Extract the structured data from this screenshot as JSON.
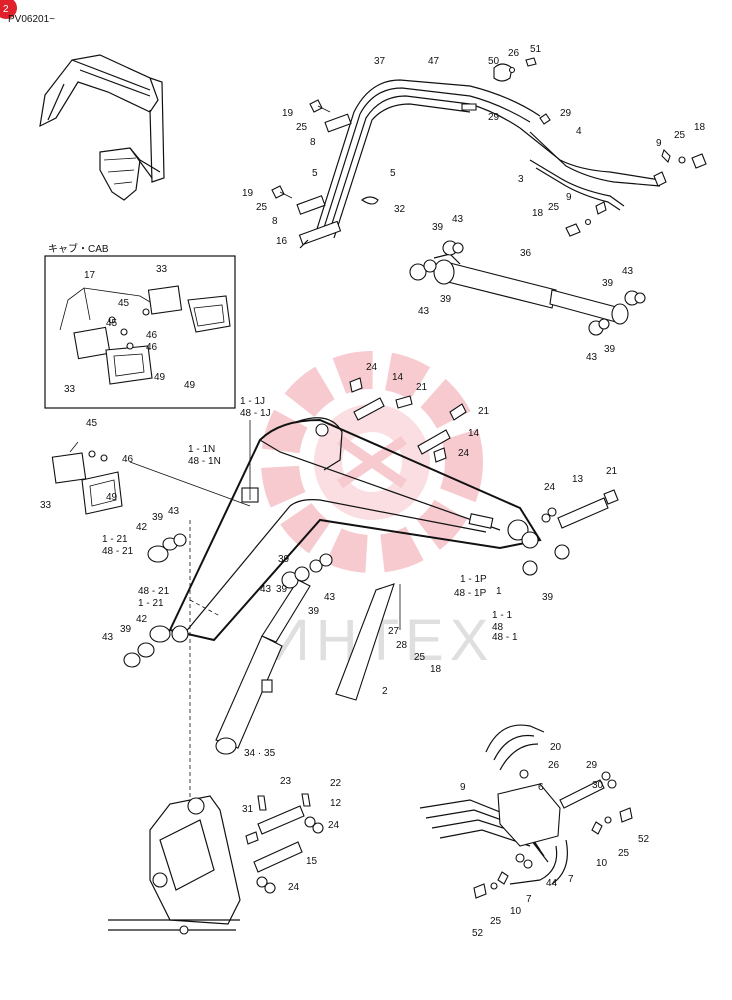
{
  "header": {
    "code": "PV06201~",
    "page_badge": "2"
  },
  "inset": {
    "title": "キャブ・CAB"
  },
  "watermark": {
    "text": "ИНТЕХ",
    "color": "#f0a0a8"
  },
  "callouts": [
    {
      "id": "c37",
      "text": "37"
    },
    {
      "id": "c47",
      "text": "47"
    },
    {
      "id": "c50",
      "text": "50"
    },
    {
      "id": "c26a",
      "text": "26"
    },
    {
      "id": "c51",
      "text": "51"
    },
    {
      "id": "c19a",
      "text": "19"
    },
    {
      "id": "c25a",
      "text": "25"
    },
    {
      "id": "c8a",
      "text": "8"
    },
    {
      "id": "c29a",
      "text": "29"
    },
    {
      "id": "c29b",
      "text": "29"
    },
    {
      "id": "c4",
      "text": "4"
    },
    {
      "id": "c9a",
      "text": "9"
    },
    {
      "id": "c25b",
      "text": "25"
    },
    {
      "id": "c18a",
      "text": "18"
    },
    {
      "id": "c5a",
      "text": "5"
    },
    {
      "id": "c5b",
      "text": "5"
    },
    {
      "id": "c3",
      "text": "3"
    },
    {
      "id": "c19b",
      "text": "19"
    },
    {
      "id": "c25c",
      "text": "25"
    },
    {
      "id": "c8b",
      "text": "8"
    },
    {
      "id": "c16",
      "text": "16"
    },
    {
      "id": "c32",
      "text": "32"
    },
    {
      "id": "c9b",
      "text": "9"
    },
    {
      "id": "c25d",
      "text": "25"
    },
    {
      "id": "c18b",
      "text": "18"
    },
    {
      "id": "c39a",
      "text": "39"
    },
    {
      "id": "c43a",
      "text": "43"
    },
    {
      "id": "c36",
      "text": "36"
    },
    {
      "id": "c43b",
      "text": "43"
    },
    {
      "id": "c39b",
      "text": "39"
    },
    {
      "id": "c39c",
      "text": "39"
    },
    {
      "id": "c43c",
      "text": "43"
    },
    {
      "id": "c43d",
      "text": "43"
    },
    {
      "id": "c39d",
      "text": "39"
    },
    {
      "id": "c17",
      "text": "17"
    },
    {
      "id": "c33a",
      "text": "33"
    },
    {
      "id": "c45a",
      "text": "45"
    },
    {
      "id": "c45b",
      "text": "45"
    },
    {
      "id": "c46a",
      "text": "46"
    },
    {
      "id": "c46b",
      "text": "46"
    },
    {
      "id": "c33b",
      "text": "33"
    },
    {
      "id": "c49a",
      "text": "49"
    },
    {
      "id": "c49b",
      "text": "49"
    },
    {
      "id": "c24a",
      "text": "24"
    },
    {
      "id": "c14a",
      "text": "14"
    },
    {
      "id": "c21a",
      "text": "21"
    },
    {
      "id": "c1_1J",
      "text": "1 - 1J"
    },
    {
      "id": "c48_1J",
      "text": "48 - 1J"
    },
    {
      "id": "c21b",
      "text": "21"
    },
    {
      "id": "c14b",
      "text": "14"
    },
    {
      "id": "c24b",
      "text": "24"
    },
    {
      "id": "c45c",
      "text": "45"
    },
    {
      "id": "c1_1N",
      "text": "1 - 1N"
    },
    {
      "id": "c48_1N",
      "text": "48 - 1N"
    },
    {
      "id": "c46c",
      "text": "46"
    },
    {
      "id": "c33c",
      "text": "33"
    },
    {
      "id": "c49c",
      "text": "49"
    },
    {
      "id": "c13",
      "text": "13"
    },
    {
      "id": "c21c",
      "text": "21"
    },
    {
      "id": "c24c",
      "text": "24"
    },
    {
      "id": "c39e",
      "text": "39"
    },
    {
      "id": "c43e",
      "text": "43"
    },
    {
      "id": "c42a",
      "text": "42"
    },
    {
      "id": "c1_21a",
      "text": "1 - 21"
    },
    {
      "id": "c48_21a",
      "text": "48 - 21"
    },
    {
      "id": "c39f",
      "text": "39"
    },
    {
      "id": "c39g",
      "text": "39"
    },
    {
      "id": "c43f",
      "text": "43"
    },
    {
      "id": "c39h",
      "text": "39"
    },
    {
      "id": "c43g",
      "text": "43"
    },
    {
      "id": "c1_1P",
      "text": "1 - 1P"
    },
    {
      "id": "c48_1P",
      "text": "48 - 1P"
    },
    {
      "id": "c1",
      "text": "1"
    },
    {
      "id": "c1_1",
      "text": "1 - 1"
    },
    {
      "id": "c48",
      "text": "48"
    },
    {
      "id": "c48_1",
      "text": "48 - 1"
    },
    {
      "id": "c39i",
      "text": "39"
    },
    {
      "id": "c48_21b",
      "text": "48 - 21"
    },
    {
      "id": "c1_21b",
      "text": "1 - 21"
    },
    {
      "id": "c43h",
      "text": "43"
    },
    {
      "id": "c39j",
      "text": "39"
    },
    {
      "id": "c42b",
      "text": "42"
    },
    {
      "id": "c27",
      "text": "27"
    },
    {
      "id": "c28",
      "text": "28"
    },
    {
      "id": "c25e",
      "text": "25"
    },
    {
      "id": "c18c",
      "text": "18"
    },
    {
      "id": "c2",
      "text": "2"
    },
    {
      "id": "c34_35",
      "text": "34 · 35"
    },
    {
      "id": "c20",
      "text": "20"
    },
    {
      "id": "c26b",
      "text": "26"
    },
    {
      "id": "c9c",
      "text": "9"
    },
    {
      "id": "c6",
      "text": "6"
    },
    {
      "id": "c29c",
      "text": "29"
    },
    {
      "id": "c30",
      "text": "30"
    },
    {
      "id": "c23",
      "text": "23"
    },
    {
      "id": "c22",
      "text": "22"
    },
    {
      "id": "c31",
      "text": "31"
    },
    {
      "id": "c12",
      "text": "12"
    },
    {
      "id": "c24d",
      "text": "24"
    },
    {
      "id": "c15",
      "text": "15"
    },
    {
      "id": "c24e",
      "text": "24"
    },
    {
      "id": "c52a",
      "text": "52"
    },
    {
      "id": "c10a",
      "text": "10"
    },
    {
      "id": "c25f",
      "text": "25"
    },
    {
      "id": "c7a",
      "text": "7"
    },
    {
      "id": "c44",
      "text": "44"
    },
    {
      "id": "c7b",
      "text": "7"
    },
    {
      "id": "c10b",
      "text": "10"
    },
    {
      "id": "c25g",
      "text": "25"
    },
    {
      "id": "c52b",
      "text": "52"
    }
  ]
}
